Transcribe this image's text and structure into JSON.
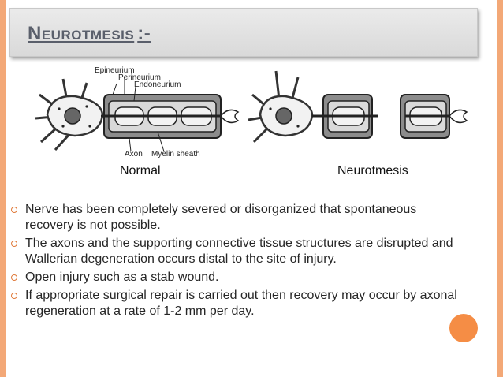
{
  "slide": {
    "title": "Neurotmesis",
    "title_suffix": ":-",
    "accent_color": "#f3a877",
    "dot_color": "#f58d45"
  },
  "diagram": {
    "labels": {
      "epineurium": "Epineurium",
      "perineurium": "Perineurium",
      "endoneurium": "Endoneurium",
      "axon": "Axon",
      "myelin": "Myelin sheath",
      "normal": "Normal",
      "neurotmesis": "Neurotmesis"
    }
  },
  "bullets": [
    "Nerve has been completely severed or disorganized that spontaneous recovery is not possible.",
    "The axons and the supporting connective tissue structures are disrupted and Wallerian degeneration occurs distal to the site of injury.",
    "Open injury such as a stab wound.",
    " If appropriate surgical repair is carried out then recovery may occur by axonal regeneration at a rate of 1-2 mm per day."
  ]
}
